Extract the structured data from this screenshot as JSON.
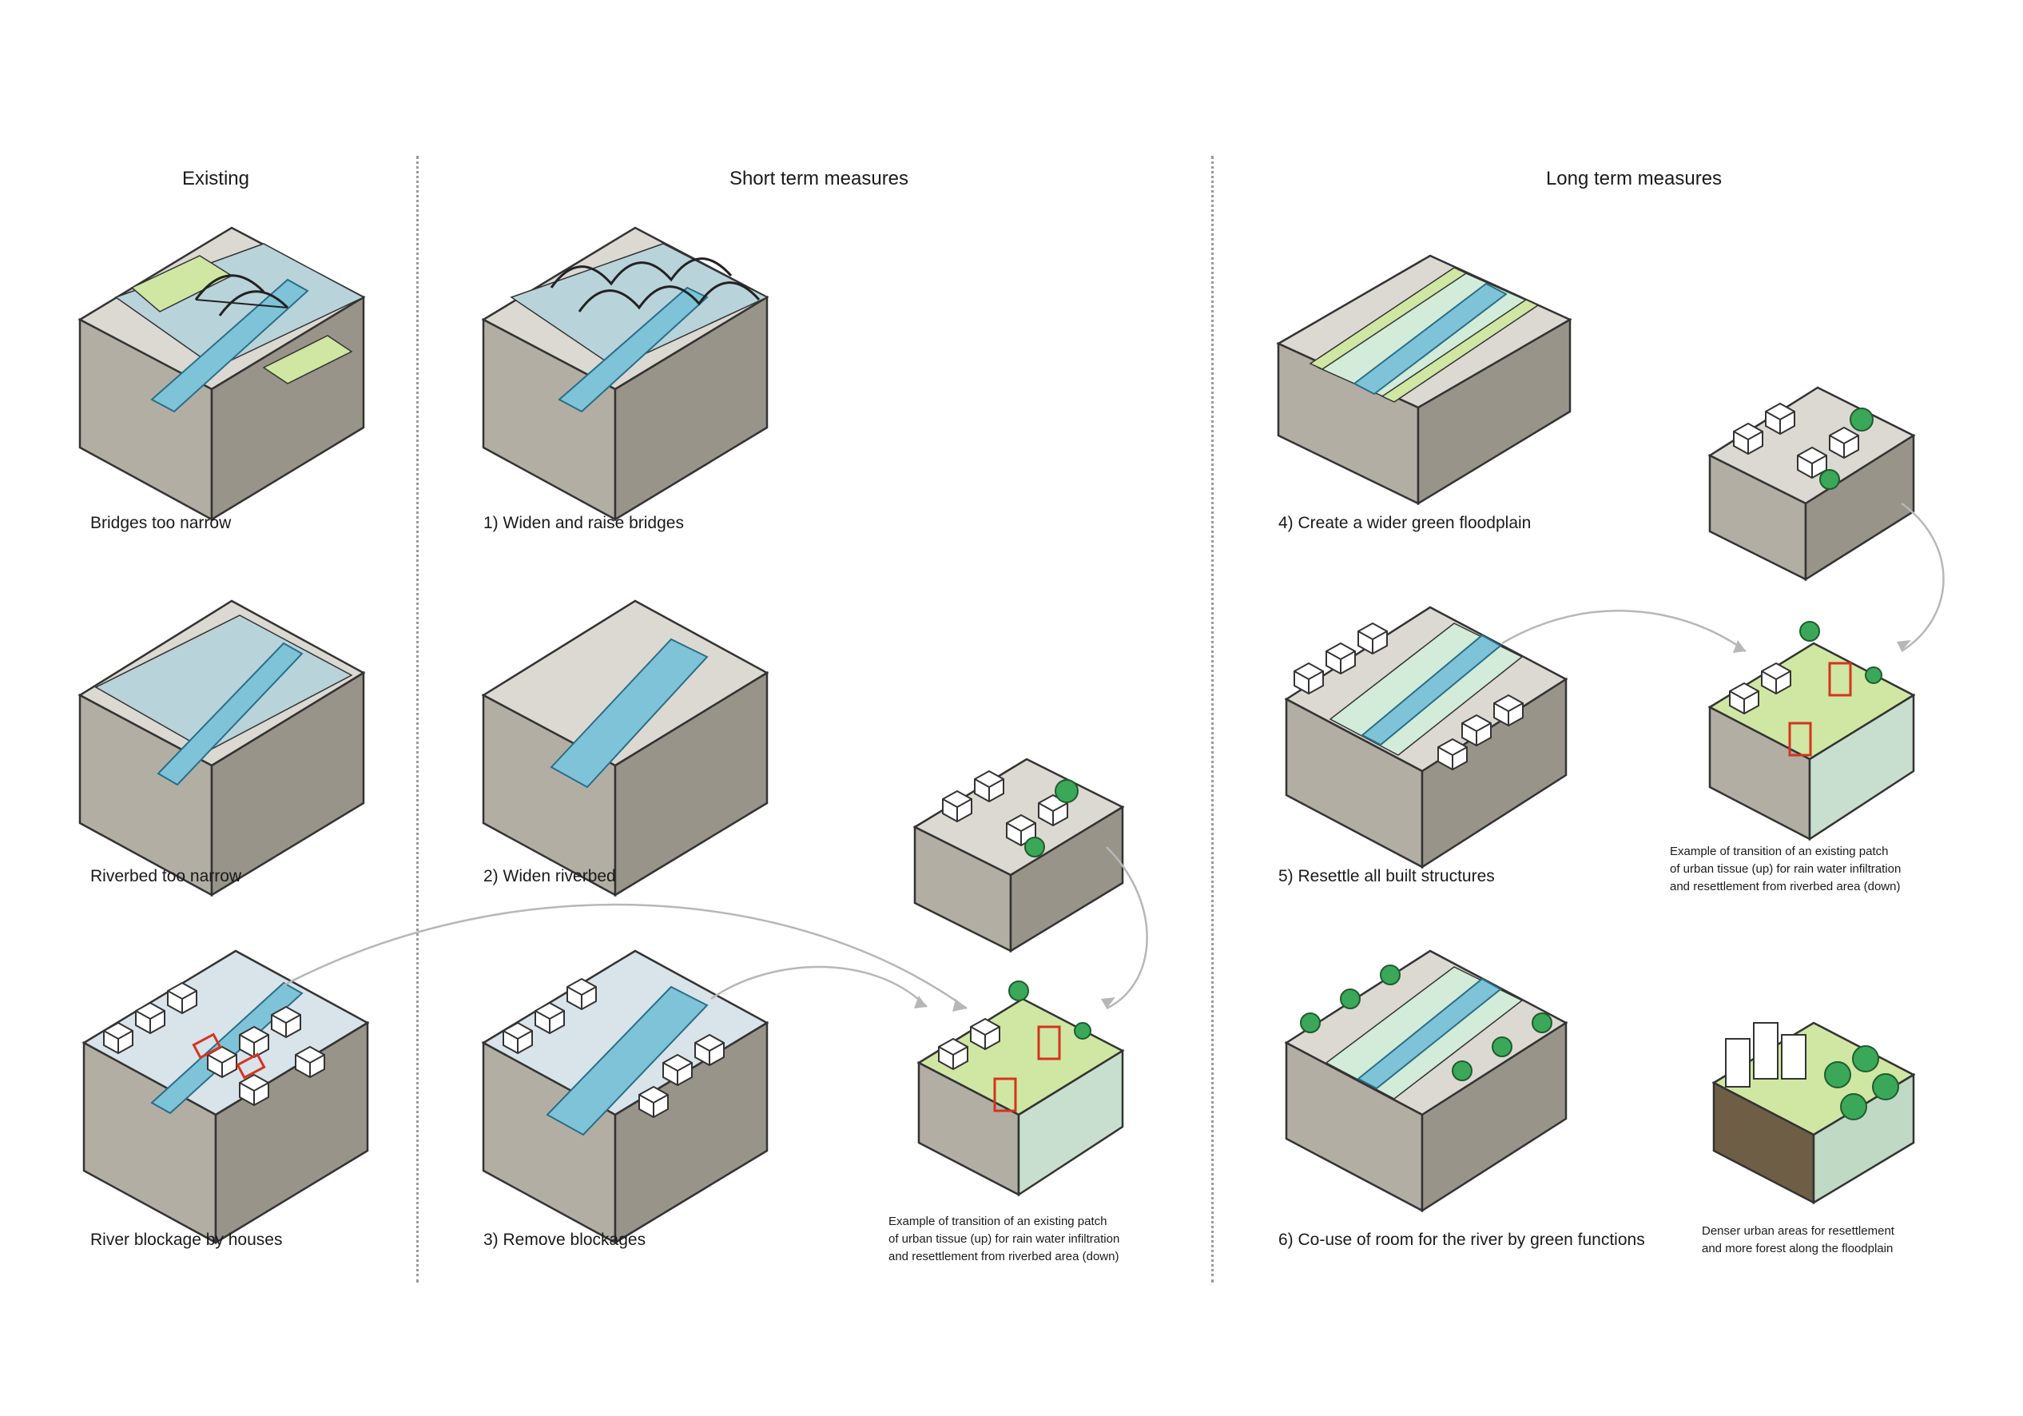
{
  "columns": {
    "existing": "Existing",
    "short_term": "Short term measures",
    "long_term": "Long term measures"
  },
  "captions": {
    "bridges_narrow": "Bridges too narrow",
    "riverbed_narrow": "Riverbed too narrow",
    "river_blockage": "River blockage by houses",
    "widen_bridges": "1) Widen and raise bridges",
    "widen_riverbed": "2) Widen riverbed",
    "remove_blockages": "3) Remove blockages",
    "green_floodplain": "4) Create a wider green floodplain",
    "resettle": "5) Resettle all built structures",
    "co_use": "6) Co-use of room for the river by green functions"
  },
  "notes": {
    "transition_short": [
      "Example of transition of an existing patch",
      "of urban tissue (up) for rain water infiltration",
      "and resettlement from riverbed area (down)"
    ],
    "transition_long": [
      "Example of transition of an existing patch",
      "of urban tissue (up) for rain water infiltration",
      "and resettlement from riverbed area (down)"
    ],
    "denser": [
      "Denser urban areas for resettlement",
      "and more forest along the floodplain"
    ]
  },
  "colors": {
    "ground_top": "#dcd9d2",
    "ground_side": "#b3aea4",
    "ground_front": "#99948a",
    "water": "#b9d3db",
    "river": "#7fc3d8",
    "bank_green": "#cfe7a3",
    "floodplain": "#d2ecd9",
    "tree": "#3aa858",
    "blockage_red": "#d5331f"
  }
}
